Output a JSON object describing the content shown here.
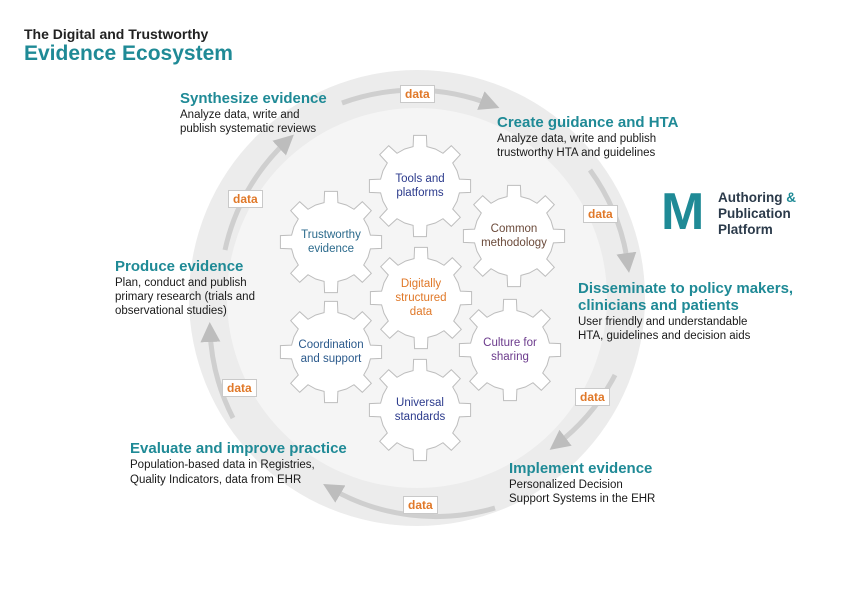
{
  "header": {
    "title_top": "The Digital and Trustworthy",
    "title_main": "Evidence Ecosystem"
  },
  "brand": {
    "letter": "M",
    "line1": "Authoring",
    "amp": "&",
    "line2": "Publication",
    "line3": "Platform"
  },
  "steps": [
    {
      "heading": "Synthesize evidence",
      "body": [
        "Analyze data, write and",
        "publish systematic reviews"
      ]
    },
    {
      "heading": "Create guidance and HTA",
      "body": [
        "Analyze data, write and publish",
        "trustworthy HTA and guidelines"
      ]
    },
    {
      "heading": [
        "Disseminate to policy makers,",
        "clinicians and patients"
      ],
      "body": [
        "User friendly and understandable",
        "HTA, guidelines and decision aids"
      ]
    },
    {
      "heading": "Implement evidence",
      "body": [
        "Personalized Decision",
        "Support Systems in the EHR"
      ]
    },
    {
      "heading": "Evaluate and improve practice",
      "body": [
        "Population-based data in Registries,",
        "Quality Indicators, data from EHR"
      ]
    },
    {
      "heading": "Produce evidence",
      "body": [
        "Plan, conduct and publish",
        "primary research (trials and",
        "observational studies)"
      ]
    }
  ],
  "data_label": "data",
  "gears": [
    {
      "lines": [
        "Tools and",
        "platforms"
      ],
      "color": "#2b3a8c"
    },
    {
      "lines": [
        "Common",
        "methodology"
      ],
      "color": "#6b4a3a"
    },
    {
      "lines": [
        "Culture for",
        "sharing"
      ],
      "color": "#6b3a8c"
    },
    {
      "lines": [
        "Universal",
        "standards"
      ],
      "color": "#2b3a8c"
    },
    {
      "lines": [
        "Coordination",
        "and support"
      ],
      "color": "#2b5a8c"
    },
    {
      "lines": [
        "Trustworthy",
        "evidence"
      ],
      "color": "#2b6a8c"
    },
    {
      "lines": [
        "Digitally",
        "structured",
        "data"
      ],
      "color": "#e07828"
    }
  ],
  "colors": {
    "accent": "#1f8a96",
    "data_orange": "#e07828",
    "ring": "#ececec",
    "arrow": "#cfcfcf"
  }
}
